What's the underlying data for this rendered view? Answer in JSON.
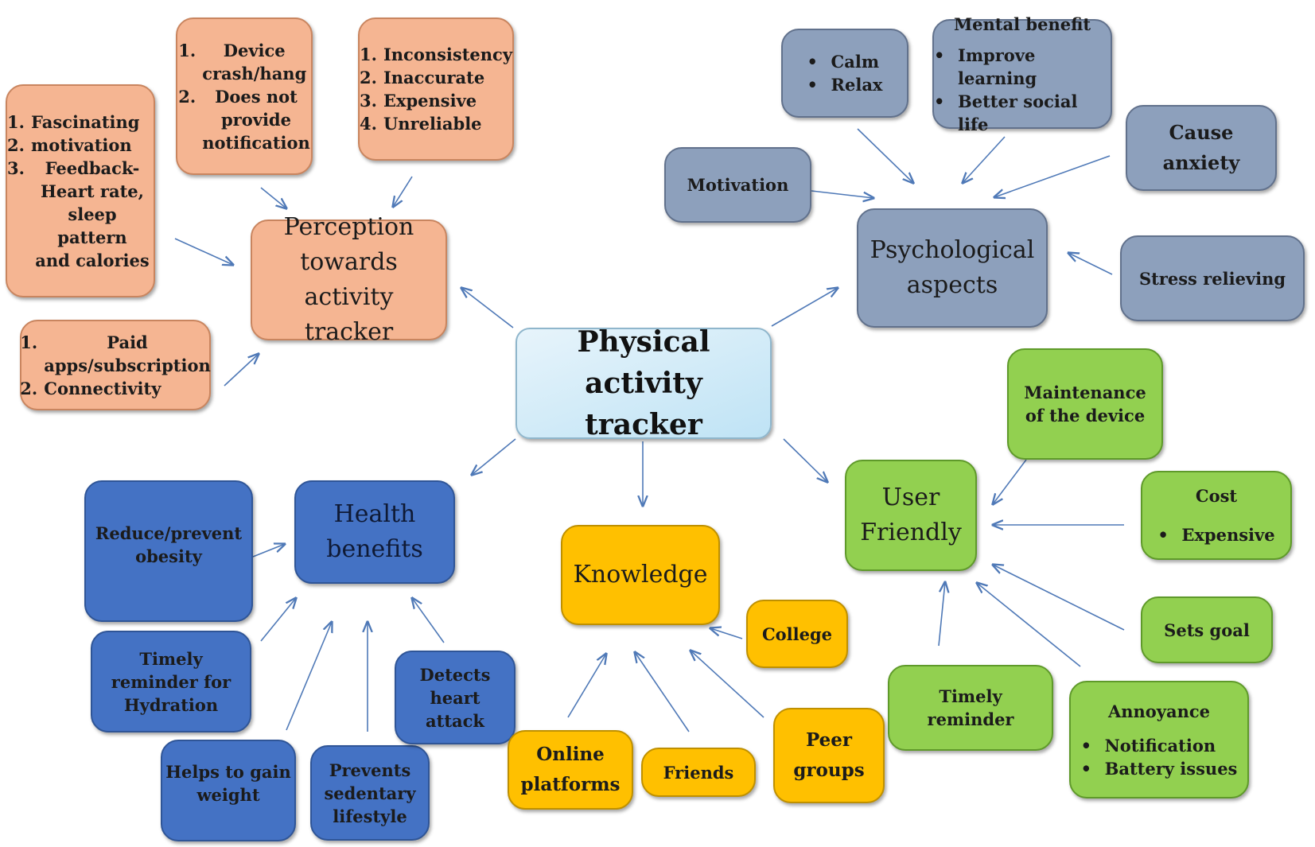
{
  "center": {
    "lines": [
      "Physical activity",
      "tracker"
    ]
  },
  "perception": {
    "title": [
      "Perception",
      "towards activity",
      "tracker"
    ],
    "box_benefits": [
      {
        "marker": "1.",
        "lines": [
          "Fascinating"
        ]
      },
      {
        "marker": "2.",
        "lines": [
          "motivation"
        ]
      },
      {
        "marker": "3.",
        "lines": [
          "Feedback-",
          "Heart rate,",
          "sleep pattern",
          "and calories"
        ]
      }
    ],
    "box_device": [
      {
        "marker": "1.",
        "lines": [
          "Device",
          "crash/hang"
        ]
      },
      {
        "marker": "2.",
        "lines": [
          "Does not",
          "provide",
          "notification"
        ]
      }
    ],
    "box_issues": [
      {
        "marker": "1.",
        "lines": [
          "Inconsistency"
        ]
      },
      {
        "marker": "2.",
        "lines": [
          "Inaccurate"
        ]
      },
      {
        "marker": "3.",
        "lines": [
          "Expensive"
        ]
      },
      {
        "marker": "4.",
        "lines": [
          "Unreliable"
        ]
      }
    ],
    "box_paid": [
      {
        "marker": "1.",
        "lines": [
          "Paid",
          "apps/subscription"
        ]
      },
      {
        "marker": "2.",
        "lines": [
          "Connectivity"
        ]
      }
    ]
  },
  "psychological": {
    "title": [
      "Psychological",
      "aspects"
    ],
    "calm_list": [
      "Calm",
      "Relax"
    ],
    "mental": {
      "title": "Mental benefit",
      "items": [
        "Improve learning",
        "Better social life"
      ]
    },
    "anxiety": [
      "Cause",
      "anxiety"
    ],
    "motivation": "Motivation",
    "stress": "Stress relieving"
  },
  "health": {
    "title": [
      "Health",
      "benefits"
    ],
    "obesity": [
      "Reduce/prevent",
      "obesity"
    ],
    "hydration": [
      "Timely",
      "reminder for",
      "Hydration"
    ],
    "weight": [
      "Helps to gain",
      "weight"
    ],
    "sedentary": [
      "Prevents",
      "sedentary",
      "lifestyle"
    ],
    "heart": [
      "Detects",
      "heart",
      "attack"
    ]
  },
  "knowledge": {
    "title": "Knowledge",
    "college": "College",
    "online": [
      "Online",
      "platforms"
    ],
    "friends": "Friends",
    "peer": [
      "Peer",
      "groups"
    ]
  },
  "user_friendly": {
    "title": [
      "User",
      "Friendly"
    ],
    "maintenance": [
      "Maintenance",
      "of the device"
    ],
    "cost": {
      "title": "Cost",
      "items": [
        "Expensive"
      ]
    },
    "goal": "Sets goal",
    "reminder": [
      "Timely",
      "reminder"
    ],
    "annoyance": {
      "title": "Annoyance",
      "items": [
        "Notification",
        "Battery issues"
      ]
    }
  },
  "colors": {
    "perception": "#f5b592",
    "psychological": "#8da0bc",
    "health": "#4472c4",
    "knowledge": "#ffc000",
    "user_friendly": "#92d050",
    "arrow": "#4f79b7"
  }
}
